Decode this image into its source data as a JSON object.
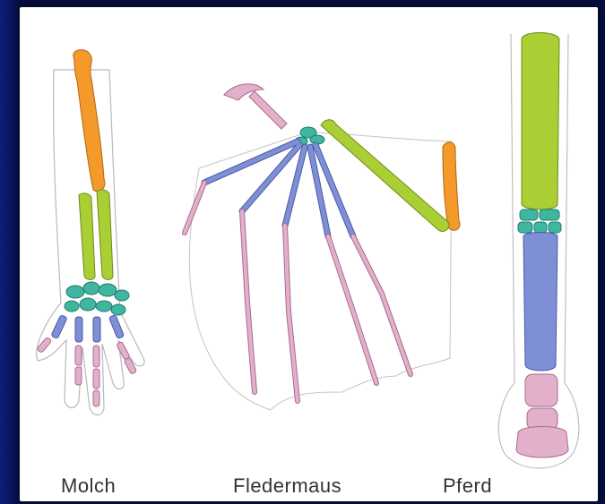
{
  "labels": {
    "molch": "Molch",
    "fledermaus": "Fledermaus",
    "pferd": "Pferd"
  },
  "colors": {
    "humerus": "#f39a2b",
    "radius_ulna": "#a9cf34",
    "carpals": "#3fb6a0",
    "metacarpals": "#7f8fd6",
    "phalanges": "#e3b0cc",
    "frame": "#050d3a",
    "panel": "#ffffff"
  }
}
